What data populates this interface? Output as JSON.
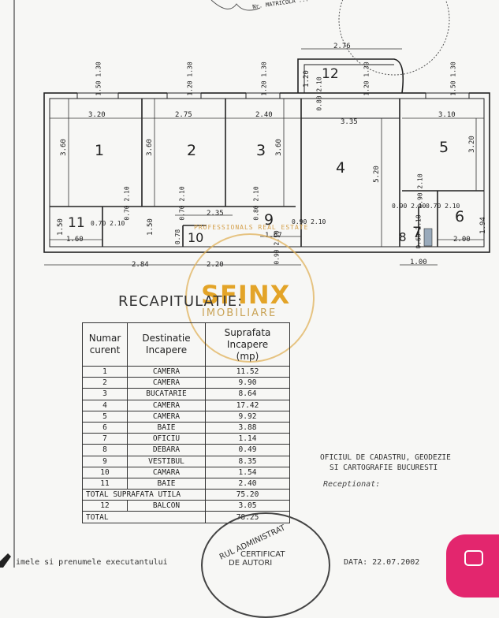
{
  "plan": {
    "rooms": [
      {
        "label": "1"
      },
      {
        "label": "2"
      },
      {
        "label": "3"
      },
      {
        "label": "4"
      },
      {
        "label": "5"
      },
      {
        "label": "6"
      },
      {
        "label": "7"
      },
      {
        "label": "8"
      },
      {
        "label": "9"
      },
      {
        "label": "10"
      },
      {
        "label": "11"
      },
      {
        "label": "12"
      }
    ],
    "dims": {
      "top_276": "2.76",
      "r1_w": "3.20",
      "r2_w": "2.75",
      "r3_w": "2.40",
      "r4_w": "3.35",
      "r5_w": "3.10",
      "r1_h": "3.60",
      "r2_h": "3.60",
      "r3_h": "3.60",
      "r4_h": "5.20",
      "r5_h": "3.20",
      "hall_235": "2.35",
      "d_167": "1.67",
      "r11_w": "1.60",
      "r6_w": "2.00",
      "r6_h": "1.94",
      "b_284": "2.84",
      "b_220": "2.20",
      "b_100": "1.00",
      "r11_h": "1.50",
      "r10_h": "1.50",
      "win1": "1.50 1.30",
      "win2": "1.20 1.30",
      "win3": "1.20 1.30",
      "win4": "1.20 1.30",
      "win5": "1.50 1.30",
      "d12a": "1.20",
      "d12b": "0.80 2.10",
      "door1": "0.70 2.10",
      "door2": "0.70 2.10",
      "door3": "0.80 2.10",
      "door9": "0.90 2.10",
      "door4": "0.90 2.10",
      "door7a": "0.90 2.10",
      "door7b": "0.70 2.10",
      "door11": "0.70 2.10",
      "door10": "0.78",
      "door9b": "0.90 2.10",
      "door8": "0.60 2.10"
    },
    "header_scrawl": "Nr. MATRICOLA ..."
  },
  "recap": {
    "title": "RECAPITULATIE:",
    "headers": {
      "num": [
        "Numar",
        "curent"
      ],
      "dest": [
        "Destinatie",
        "Incapere"
      ],
      "area": [
        "Suprafata",
        "Incapere",
        "(mp)"
      ]
    },
    "rows": [
      {
        "n": "1",
        "dest": "CAMERA",
        "area": "11.52"
      },
      {
        "n": "2",
        "dest": "CAMERA",
        "area": "9.90"
      },
      {
        "n": "3",
        "dest": "BUCATARIE",
        "area": "8.64"
      },
      {
        "n": "4",
        "dest": "CAMERA",
        "area": "17.42"
      },
      {
        "n": "5",
        "dest": "CAMERA",
        "area": "9.92"
      },
      {
        "n": "6",
        "dest": "BAIE",
        "area": "3.88"
      },
      {
        "n": "7",
        "dest": "OFICIU",
        "area": "1.14"
      },
      {
        "n": "8",
        "dest": "DEBARA",
        "area": "0.49"
      },
      {
        "n": "9",
        "dest": "VESTIBUL",
        "area": "8.35"
      },
      {
        "n": "10",
        "dest": "CAMARA",
        "area": "1.54"
      },
      {
        "n": "11",
        "dest": "BAIE",
        "area": "2.40"
      }
    ],
    "total_util_label": "TOTAL SUPRAFATA UTILA",
    "total_util": "75.20",
    "balcon": {
      "n": "12",
      "dest": "BALCON",
      "area": "3.05"
    },
    "total_label": "TOTAL",
    "total": "78.25"
  },
  "office": {
    "line1": "OFICIUL DE CADASTRU, GEODEZIE",
    "line2": "SI CARTOGRAFIE BUCURESTI",
    "receptionat": "Receptionat:"
  },
  "footer": {
    "left": "imele si prenumele executantului",
    "right": "DATA: 22.07.2002"
  },
  "watermark": {
    "brand": "SFINX",
    "sub": "IMOBILIARE",
    "ring": "PROFESSIONALS REAL ESTATE"
  },
  "stamp": {
    "line1": "RUL ADMINISTRAT",
    "line2": "CERTIFICAT",
    "line3": "DE AUTORI"
  },
  "colors": {
    "watermark": "#e3a428",
    "badge": "#e3266e",
    "ink": "#222222"
  }
}
